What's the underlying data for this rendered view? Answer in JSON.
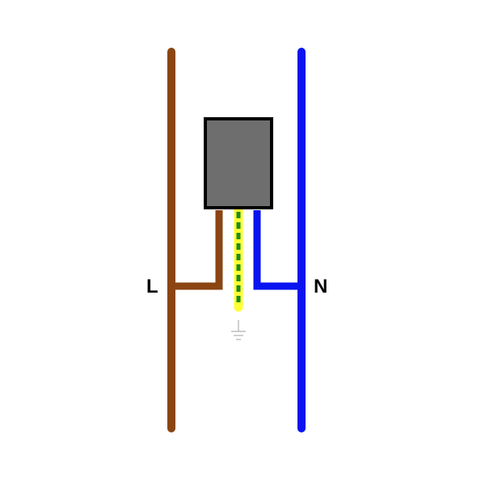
{
  "labels": {
    "live": "L",
    "neutral": "N"
  },
  "colors": {
    "live_wire": "#8B4513",
    "neutral_wire": "#0A14F0",
    "earth_outer": "#FFFF33",
    "earth_dash": "#1E8C1E",
    "device_fill": "#6E6E6E",
    "device_stroke": "#000000",
    "ground_symbol": "#B0B0B0",
    "label_text": "#000000"
  },
  "icons": {
    "ground": "ground-icon",
    "device": "device-box"
  }
}
